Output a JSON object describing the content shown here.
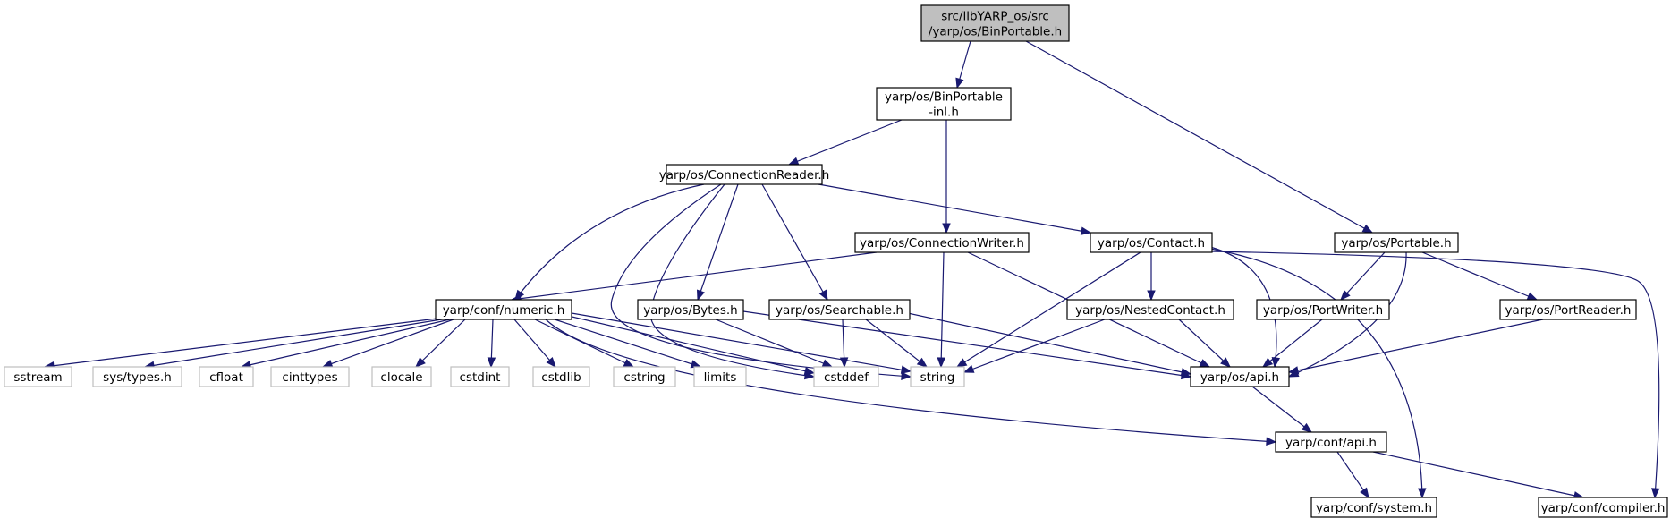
{
  "nodes": {
    "root": [
      "src/libYARP_os/src",
      "/yarp/os/BinPortable.h"
    ],
    "binportable_inl": [
      "yarp/os/BinPortable",
      "-inl.h"
    ],
    "connectionreader": [
      "yarp/os/ConnectionReader.h"
    ],
    "connectionwriter": [
      "yarp/os/ConnectionWriter.h"
    ],
    "contact": [
      "yarp/os/Contact.h"
    ],
    "portable": [
      "yarp/os/Portable.h"
    ],
    "numeric": [
      "yarp/conf/numeric.h"
    ],
    "bytes": [
      "yarp/os/Bytes.h"
    ],
    "searchable": [
      "yarp/os/Searchable.h"
    ],
    "nestedcontact": [
      "yarp/os/NestedContact.h"
    ],
    "portwriter": [
      "yarp/os/PortWriter.h"
    ],
    "portreader": [
      "yarp/os/PortReader.h"
    ],
    "sstream": [
      "sstream"
    ],
    "systypes": [
      "sys/types.h"
    ],
    "cfloat": [
      "cfloat"
    ],
    "cinttypes": [
      "cinttypes"
    ],
    "clocale": [
      "clocale"
    ],
    "cstdint": [
      "cstdint"
    ],
    "cstdlib": [
      "cstdlib"
    ],
    "cstring": [
      "cstring"
    ],
    "limits": [
      "limits"
    ],
    "cstddef": [
      "cstddef"
    ],
    "string": [
      "string"
    ],
    "os_api": [
      "yarp/os/api.h"
    ],
    "conf_api": [
      "yarp/conf/api.h"
    ],
    "conf_system": [
      "yarp/conf/system.h"
    ],
    "conf_compiler": [
      "yarp/conf/compiler.h"
    ]
  },
  "colors": {
    "edge": "#191970",
    "root_fill": "#bfbfbf",
    "external_border": "#bfbfbf",
    "internal_border": "#000000"
  }
}
